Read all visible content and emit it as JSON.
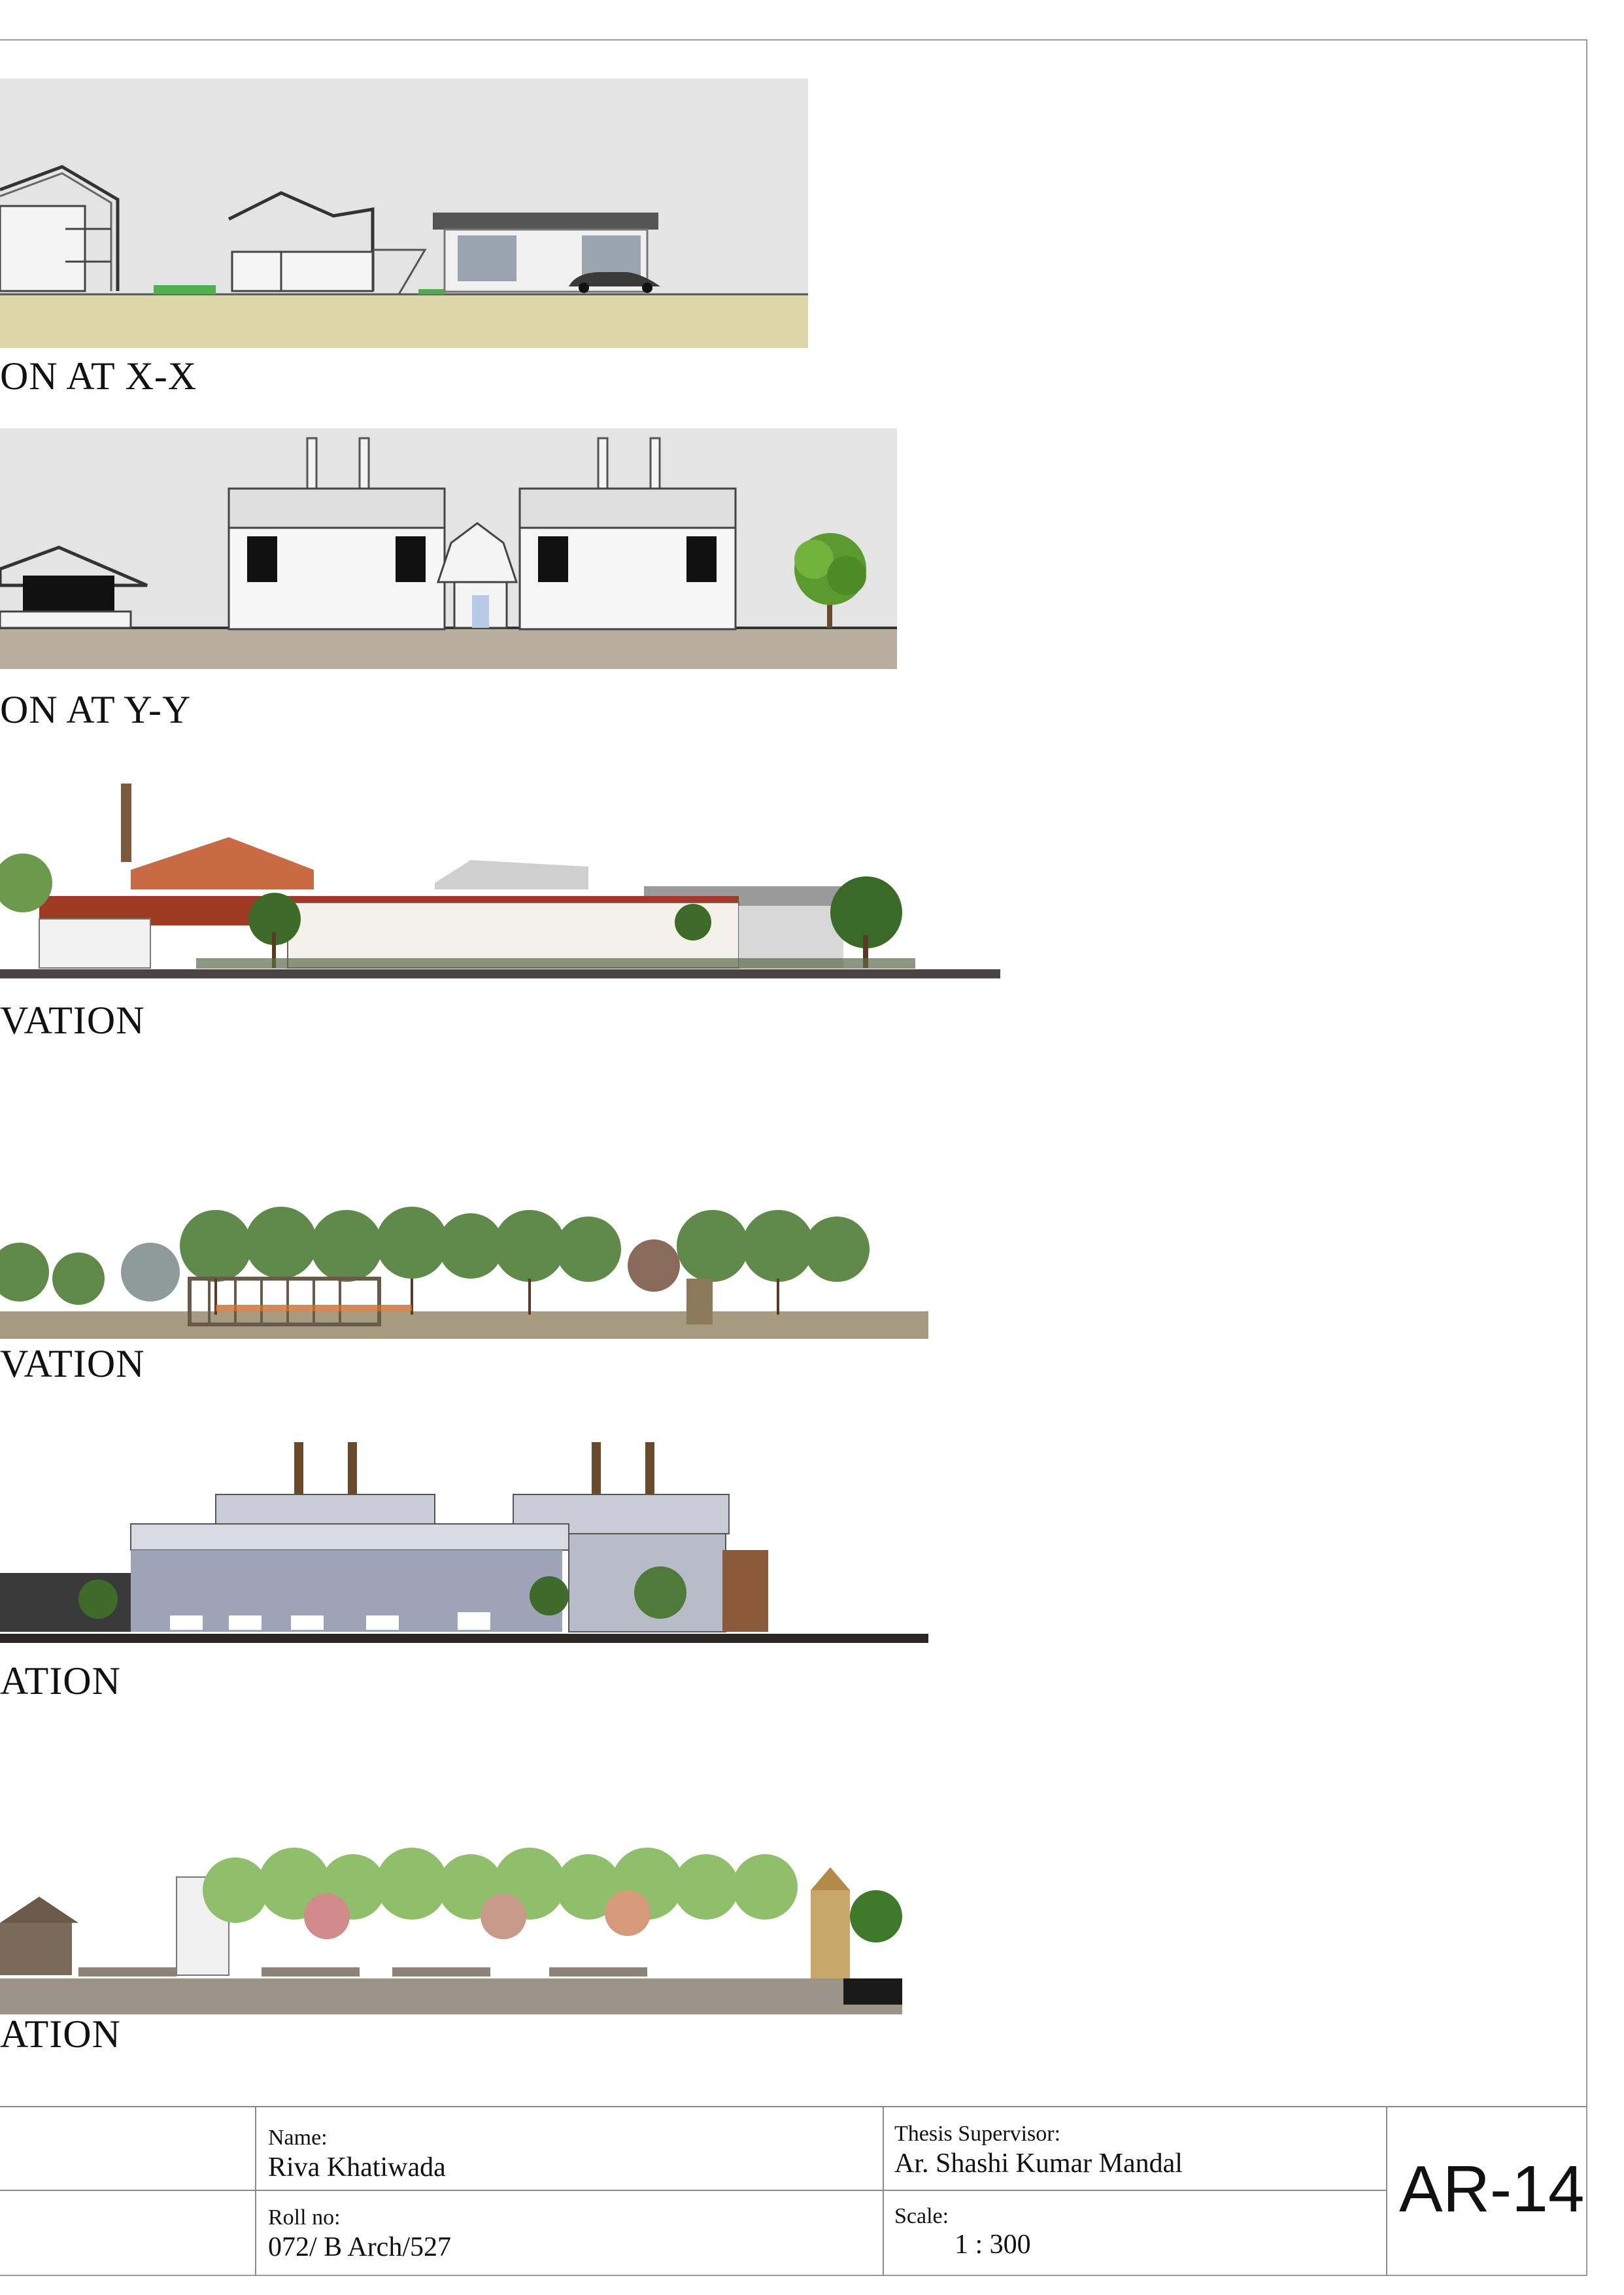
{
  "drawings": [
    {
      "caption": "ON AT X-X"
    },
    {
      "caption": "ON AT Y-Y"
    },
    {
      "caption": "VATION"
    },
    {
      "caption": "VATION"
    },
    {
      "caption": "ATION"
    },
    {
      "caption": "ATION"
    }
  ],
  "title_block": {
    "name_label": "Name:",
    "name_value": "Riva Khatiwada",
    "roll_label": "Roll no:",
    "roll_value": "072/ B Arch/527",
    "supervisor_label": "Thesis Supervisor:",
    "supervisor_value": "Ar. Shashi Kumar Mandal",
    "scale_label": "Scale:",
    "scale_value": "1 : 300",
    "sheet_number": "AR-14"
  }
}
